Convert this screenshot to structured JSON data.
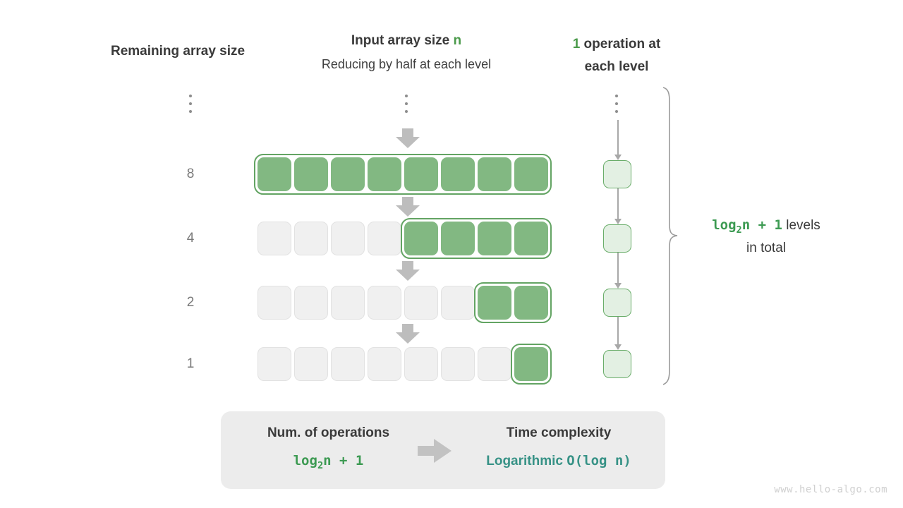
{
  "headers": {
    "left": "Remaining array size",
    "center_prefix": "Input array size ",
    "center_var": "n",
    "center_sub": "Reducing by half at each level",
    "right_count": "1",
    "right_line1": " operation at",
    "right_line2": "each level"
  },
  "levels": [
    {
      "size_label": "8",
      "total_cells": 8,
      "filled_cells": 8
    },
    {
      "size_label": "4",
      "total_cells": 8,
      "filled_cells": 4
    },
    {
      "size_label": "2",
      "total_cells": 8,
      "filled_cells": 2
    },
    {
      "size_label": "1",
      "total_cells": 8,
      "filled_cells": 1
    }
  ],
  "ellipsis_dots": 3,
  "annotation": {
    "formula_log": "log",
    "formula_sub": "2",
    "formula_rest": "n + 1",
    "line1_tail": " levels",
    "line2": "in total"
  },
  "summary": {
    "left_title": "Num. of operations",
    "left_value_log": "log",
    "left_value_sub": "2",
    "left_value_rest": "n + 1",
    "right_title": "Time complexity",
    "right_value_word": "Logarithmic",
    "right_value_bigo": "O(log n)"
  },
  "watermark": "www.hello-algo.com",
  "colors": {
    "green_fill": "#82b882",
    "green_border": "#63a463",
    "light_green_fill": "#e3f0e3",
    "empty_fill": "#f0f0f0",
    "accent_green": "#3c9a52",
    "accent_teal": "#379286",
    "arrow_gray": "#bdbdbd"
  }
}
